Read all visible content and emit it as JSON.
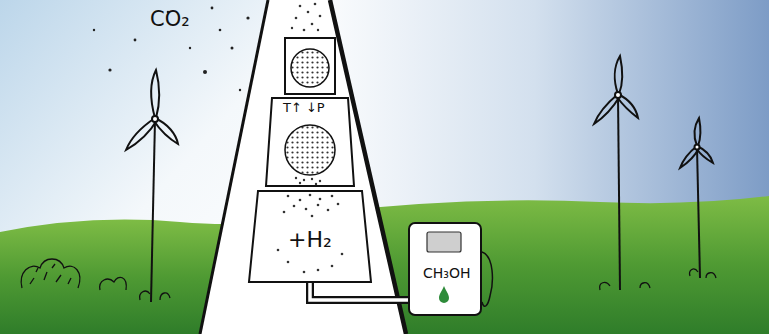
{
  "diagram": {
    "nodes": [
      {
        "text": [
          "+H₂"
        ]
      },
      {
        "text": [
          "CH₃OH"
        ]
      }
    ],
    "edges": [
      {
        "from": 0,
        "to": 1,
        "arrow": "none"
      }
    ],
    "labels": [
      "CO₂",
      "T↑ ↓P"
    ]
  }
}
